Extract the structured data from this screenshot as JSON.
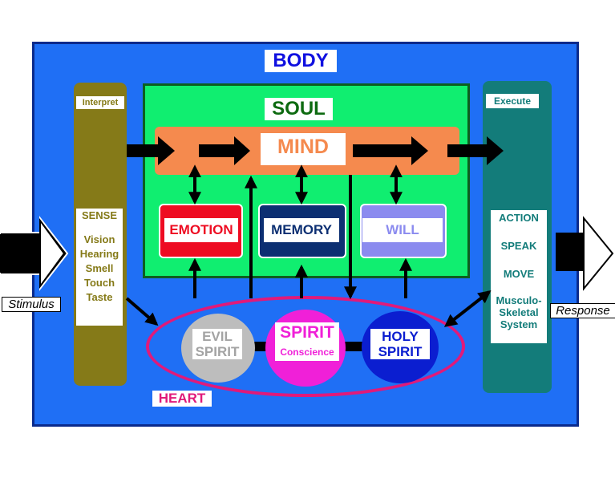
{
  "body": {
    "title": "BODY"
  },
  "sense": {
    "header": "Interpret",
    "title": "SENSE",
    "items": [
      "Vision",
      "Hearing",
      "Smell",
      "Touch",
      "Taste"
    ]
  },
  "execute": {
    "header": "Execute",
    "title": "ACTION",
    "items": [
      "SPEAK",
      "MOVE",
      "Musculo-",
      "Skeletal",
      "System"
    ]
  },
  "soul": {
    "title": "SOUL",
    "mind": "MIND",
    "emotion": "EMOTION",
    "memory": "MEMORY",
    "will": "WILL"
  },
  "heart": {
    "label": "HEART",
    "evil": [
      "EVIL",
      "SPIRIT"
    ],
    "spirit_title": "SPIRIT",
    "spirit_sub": "Conscience",
    "holy": [
      "HOLY",
      "SPIRIT"
    ]
  },
  "io": {
    "stimulus": "Stimulus",
    "response": "Response"
  },
  "colors": {
    "body": "#1f6ff5",
    "soul": "#10ee70",
    "mind": "#f58a4e",
    "emotion": "#ee0c22",
    "memory": "#0c2f72",
    "will": "#8b8bef",
    "heart": "#e01a7a",
    "sense": "#857a18",
    "execute": "#137c7a"
  }
}
